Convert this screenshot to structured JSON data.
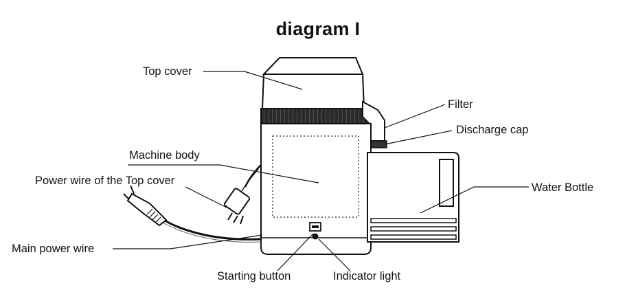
{
  "title": "diagram I",
  "labels": {
    "top_cover": "Top cover",
    "filter": "Filter",
    "discharge_cap": "Discharge cap",
    "machine_body": "Machine body",
    "power_wire_top_cover": "Power wire of the Top cover",
    "water_bottle": "Water Bottle",
    "main_power_wire": "Main power wire",
    "starting_button": "Starting button",
    "indicator_light": "Indicator light"
  }
}
